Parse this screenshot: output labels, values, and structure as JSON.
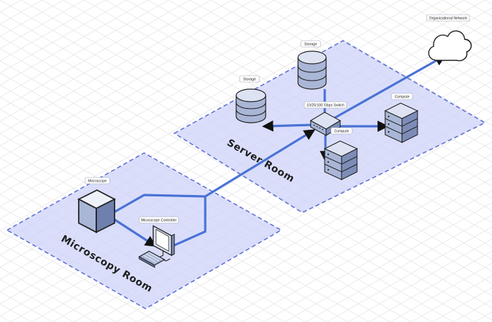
{
  "rooms": {
    "server": "Server Room",
    "microscopy": "Microscopy Room"
  },
  "labels": {
    "organizational_network": "Organizational Network",
    "storage_top": "Storage",
    "storage_left": "Storage",
    "switch": "10/25/100 Gbps Switch",
    "compute_right": "Compute",
    "compute_bottom": "Compute",
    "microscope": "Microscope",
    "microscope_controller": "Microscope Controller"
  },
  "colors": {
    "zone_fill": "#cdd3fa",
    "zone_border": "#5f72d3",
    "link": "#4a72d6",
    "grid": "#e6e6e6",
    "device_light": "#dde3f2",
    "device_mid": "#a9b6d6",
    "device_dark": "#7d8db8"
  }
}
